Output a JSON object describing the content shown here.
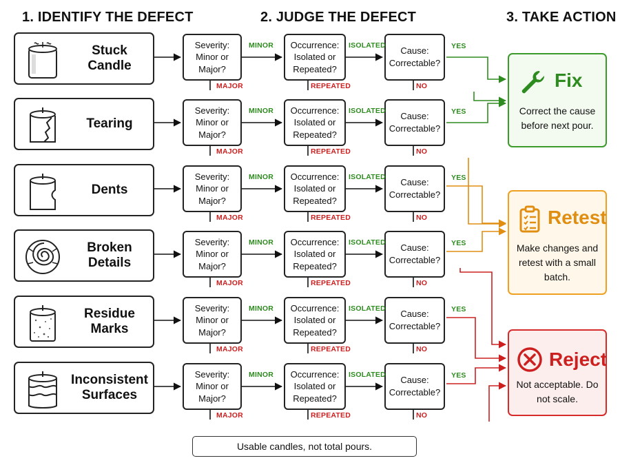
{
  "headers": {
    "identify": "1. IDENTIFY THE DEFECT",
    "judge": "2. JUDGE THE DEFECT",
    "action": "3. TAKE ACTION"
  },
  "questions": {
    "severity": "Severity: Minor or Major?",
    "occurrence": "Occurrence: Isolated or Repeated?",
    "cause": "Cause: Correctable?"
  },
  "branch_labels": {
    "minor": "MINOR",
    "major": "MAJOR",
    "isolated": "ISOLATED",
    "repeated": "REPEATED",
    "yes": "YES",
    "no": "NO"
  },
  "defects": [
    {
      "name": "Stuck Candle",
      "icon": "stuck-candle-icon"
    },
    {
      "name": "Tearing",
      "icon": "torn-candle-icon"
    },
    {
      "name": "Dents",
      "icon": "dented-candle-icon"
    },
    {
      "name": "Broken Details",
      "icon": "rose-candle-icon"
    },
    {
      "name": "Residue Marks",
      "icon": "speckled-candle-icon"
    },
    {
      "name": "Inconsistent Surfaces",
      "icon": "layered-candle-icon"
    }
  ],
  "actions": {
    "fix": {
      "title": "Fix",
      "description": "Correct the cause before next pour.",
      "icon": "wrench-icon",
      "color": "#2e8b1f"
    },
    "retest": {
      "title": "Retest",
      "description": "Make changes and retest with a small batch.",
      "icon": "clipboard-checklist-icon",
      "color": "#e08e12"
    },
    "reject": {
      "title": "Reject",
      "description": "Not acceptable. Do not scale.",
      "icon": "x-circle-icon",
      "color": "#cc2020"
    }
  },
  "footer": "Usable candles, not total pours.",
  "colors": {
    "black_line": "#111111",
    "green_line": "#2e8b1f",
    "orange_line": "#e08e12",
    "red_line": "#cc2020"
  }
}
